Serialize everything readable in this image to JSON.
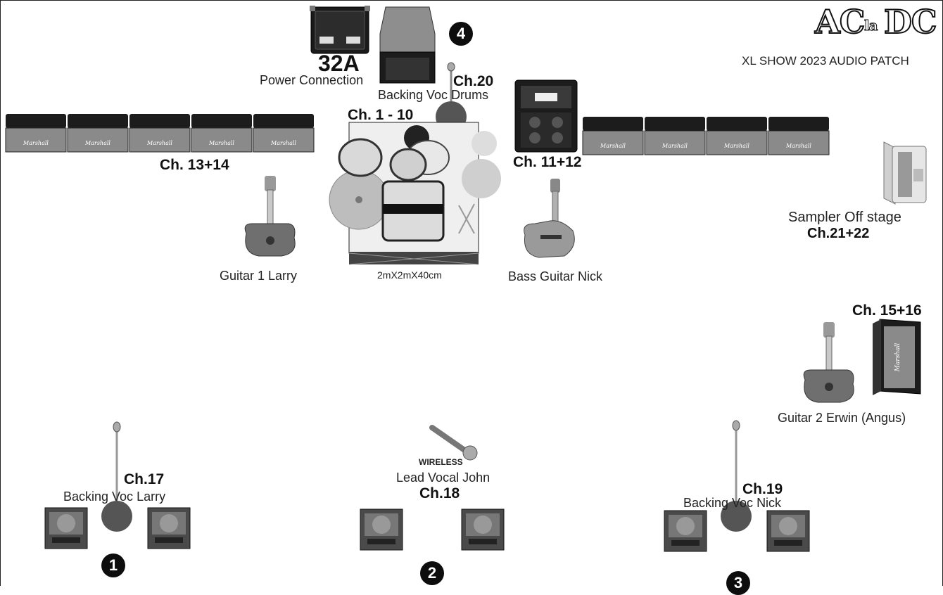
{
  "header": {
    "logo_left": "AC",
    "logo_mid": "la",
    "logo_right": "DC",
    "subtitle": "XL SHOW 2023  AUDIO PATCH"
  },
  "power": {
    "amp_label": "32A",
    "label": "Power Connection"
  },
  "numbers": [
    "4",
    "1",
    "2",
    "3"
  ],
  "channels": {
    "drums_mic": "Ch.20",
    "drums": "Ch. 1 - 10",
    "bass_amp": "Ch. 11+12",
    "guitar1_amps": "Ch. 13+14",
    "sampler": "Ch.21+22",
    "guitar2": "Ch. 15+16",
    "voc_larry": "Ch.17",
    "voc_john": "Ch.18",
    "voc_nick": "Ch.19"
  },
  "labels": {
    "backing_voc_drums": "Backing Voc Drums",
    "riser_size": "2mX2mX40cm",
    "guitar1": "Guitar 1  Larry",
    "bass": "Bass Guitar Nick",
    "sampler": "Sampler Off stage",
    "guitar2": "Guitar 2 Erwin (Angus)",
    "wireless": "WIRELESS",
    "lead_vocal": "Lead Vocal John",
    "backing_voc_larry": "Backing Voc Larry",
    "backing_voc_nick": "Backing Voc Nick"
  },
  "amp_badge": "Marshall",
  "colors": {
    "ink": "#111111",
    "cab": "#1c1c1c",
    "grille": "#8a8a8a",
    "monitor": "#4a4a4a",
    "riser": "#efefef"
  }
}
